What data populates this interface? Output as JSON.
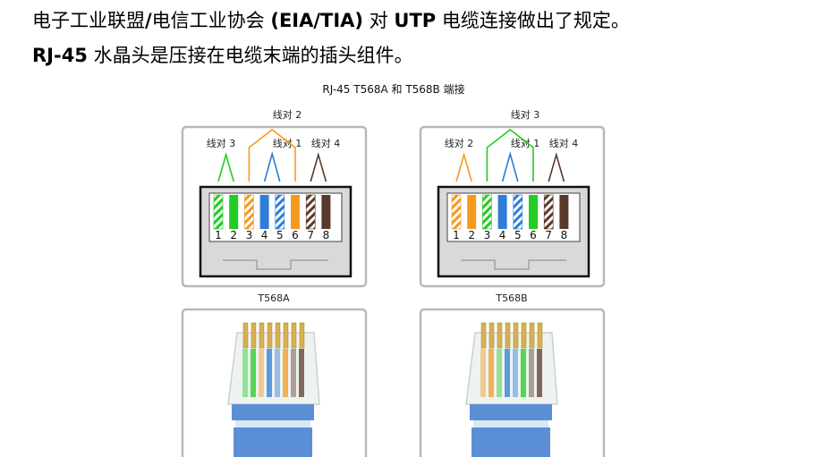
{
  "text": {
    "line1": [
      {
        "t": "电子工业联盟",
        "b": false
      },
      {
        "t": "/",
        "b": true
      },
      {
        "t": "电信工业协会 ",
        "b": false
      },
      {
        "t": "(EIA/TIA)",
        "b": true
      },
      {
        "t": " 对 ",
        "b": false
      },
      {
        "t": "UTP",
        "b": true
      },
      {
        "t": " 电缆连接做出了规定。",
        "b": false
      }
    ],
    "line2": [
      {
        "t": "RJ-45",
        "b": true
      },
      {
        "t": " 水晶头是压接在电缆末端的插头组件。",
        "b": false
      }
    ]
  },
  "diagram": {
    "title": "RJ-45 T568A 和 T568B 端接",
    "pin_numbers": [
      "1",
      "2",
      "3",
      "4",
      "5",
      "6",
      "7",
      "8"
    ],
    "standards": [
      {
        "name": "T568A",
        "top_pair_label": "线对 2",
        "pair_labels": [
          "线对 3",
          "线对 1",
          "线对 4"
        ],
        "wires": [
          "green-stripe",
          "green",
          "orange-stripe",
          "blue",
          "blue-stripe",
          "orange",
          "brown-stripe",
          "brown"
        ],
        "pairs": {
          "left": [
            1,
            2
          ],
          "center": [
            4,
            5
          ],
          "outer": [
            3,
            6
          ],
          "right": [
            7,
            8
          ]
        },
        "pair_colors": {
          "left": "green",
          "center": "blue",
          "outer": "orange",
          "right": "brown"
        }
      },
      {
        "name": "T568B",
        "top_pair_label": "线对 3",
        "pair_labels": [
          "线对 2",
          "线对 1",
          "线对 4"
        ],
        "wires": [
          "orange-stripe",
          "orange",
          "green-stripe",
          "blue",
          "blue-stripe",
          "green",
          "brown-stripe",
          "brown"
        ],
        "pairs": {
          "left": [
            1,
            2
          ],
          "center": [
            4,
            5
          ],
          "outer": [
            3,
            6
          ],
          "right": [
            7,
            8
          ]
        },
        "pair_colors": {
          "left": "orange",
          "center": "blue",
          "outer": "green",
          "right": "brown"
        }
      }
    ],
    "colors": {
      "green": "#22cc22",
      "orange": "#f39a1e",
      "blue": "#2e7dd7",
      "brown": "#5a3a2a",
      "plug_gray": "#d9d9d9",
      "frame_border": "#b8b8b8",
      "cable_blue": "#5a8fd6"
    }
  }
}
